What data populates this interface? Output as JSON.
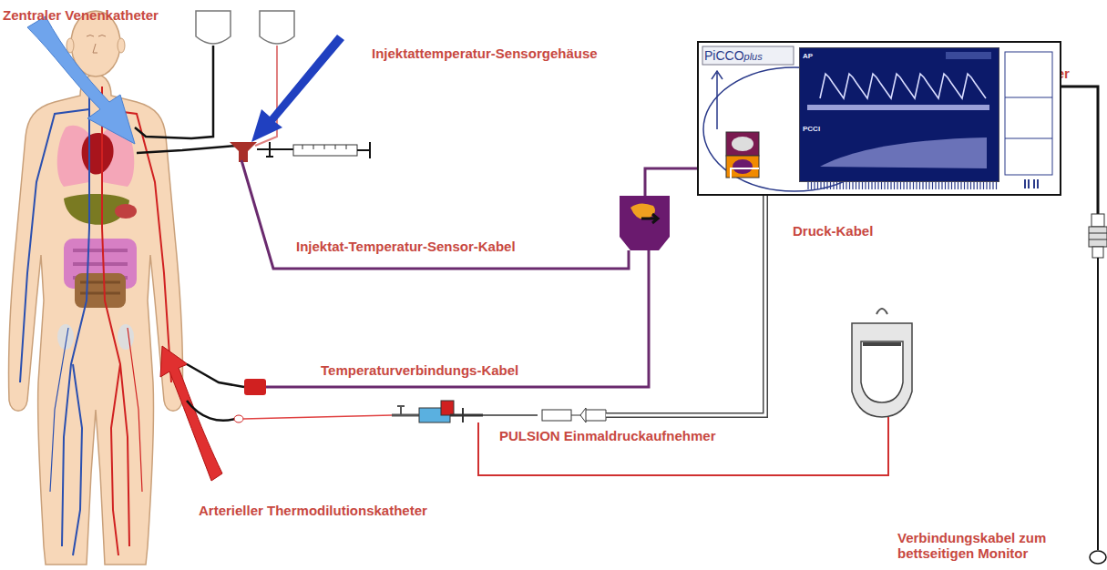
{
  "diagram": {
    "nodes": [
      {
        "text": [
          "PiCCO",
          "plus"
        ]
      },
      {
        "text": [
          "AP",
          "PCCI"
        ],
        "in": 0
      }
    ],
    "labels": [
      "Zentraler Venenkatheter",
      "Injektattemperatur-Sensorgehäuse",
      "Injektat-Temperatur-Sensor-Kabel",
      "Temperaturverbindungs-Kabel",
      "PULSION Einmaldruckaufnehmer",
      "Arterieller Thermodilutionskatheter",
      "Druck-Kabel",
      "AUX Adapter Kabel",
      "Verbindungskabel zum bettseitigen Monitor"
    ]
  }
}
